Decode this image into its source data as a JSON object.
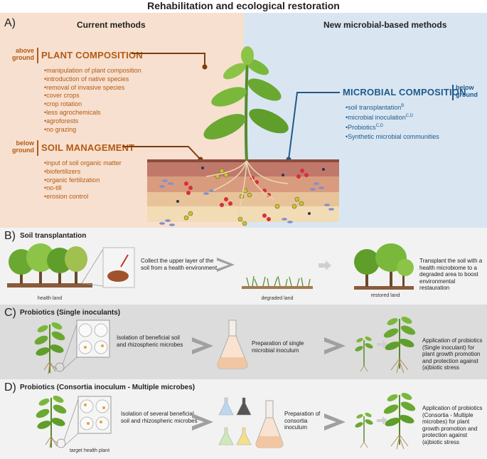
{
  "title": "Rehabilitation and ecological restoration",
  "panel_a": {
    "letter": "A)",
    "current_heading": "Current methods",
    "new_heading": "New microbial-based methods",
    "plant": {
      "side_top": "above",
      "side_bottom": "ground",
      "title": "PLANT COMPOSITION",
      "items": [
        "manipulation of plant composition",
        "introduction of native species",
        "removal of invasive species",
        "cover crops",
        "crop rotation",
        "less agrochemicals",
        "agroforests",
        "no grazing"
      ]
    },
    "soil": {
      "side_top": "below",
      "side_bottom": "ground",
      "title": "SOIL MANAGEMENT",
      "items": [
        "input of soil organic matter",
        "biofertilizers",
        "organic fertilization",
        "no-till",
        "erosion control"
      ]
    },
    "microbial": {
      "title": "MICROBIAL COMPOSITION",
      "side_top": "below",
      "side_bottom": "ground",
      "items": [
        {
          "text": "soil transplantation",
          "sup": "B"
        },
        {
          "text": "microbial inoculation",
          "sup": "C,D"
        },
        {
          "text": "Probiotics",
          "sup": "C,D"
        },
        {
          "text": "Synthetic microbial communities",
          "sup": ""
        }
      ]
    }
  },
  "panel_b": {
    "letter": "B)",
    "title": "Soil transplantation",
    "step1": "Collect the upper layer of the soil from a health environment",
    "step2": "Transplant the soil with a health microbiome to a degraded area to boost environmental restauration",
    "label_health": "health land",
    "label_degraded": "degraded land",
    "label_restored": "restored land"
  },
  "panel_c": {
    "letter": "C)",
    "title": "Probiotics (Single inoculants)",
    "step1": "Isolation of beneficial soil and rhizospheric microbes",
    "step2": "Preparation of single microbial inoculum",
    "step3": "Application of probiotics (Single inoculant) for plant growth promotion and protection against (a)biotic stress"
  },
  "panel_d": {
    "letter": "D)",
    "title": "Probiotics (Consortia inoculum - Multiple microbes)",
    "step1": "Isolation of several beneficial soil and rhizospheric microbes",
    "step2": "Preparation of consortia inoculum",
    "step3": "Application of probiotics (Consortia - Multiple microbes) for plant growth promotion and protection against (a)biotic stress",
    "label_target": "target health plant"
  },
  "colors": {
    "orange": "#b35a14",
    "blue": "#1f5a8a",
    "panel_a_left_bg": "#f7e0cf",
    "panel_a_right_bg": "#d9e6f2",
    "panel_b_bg": "#f2f2f2",
    "panel_c_bg": "#dcdcdc",
    "panel_d_bg": "#f2f2f2"
  }
}
